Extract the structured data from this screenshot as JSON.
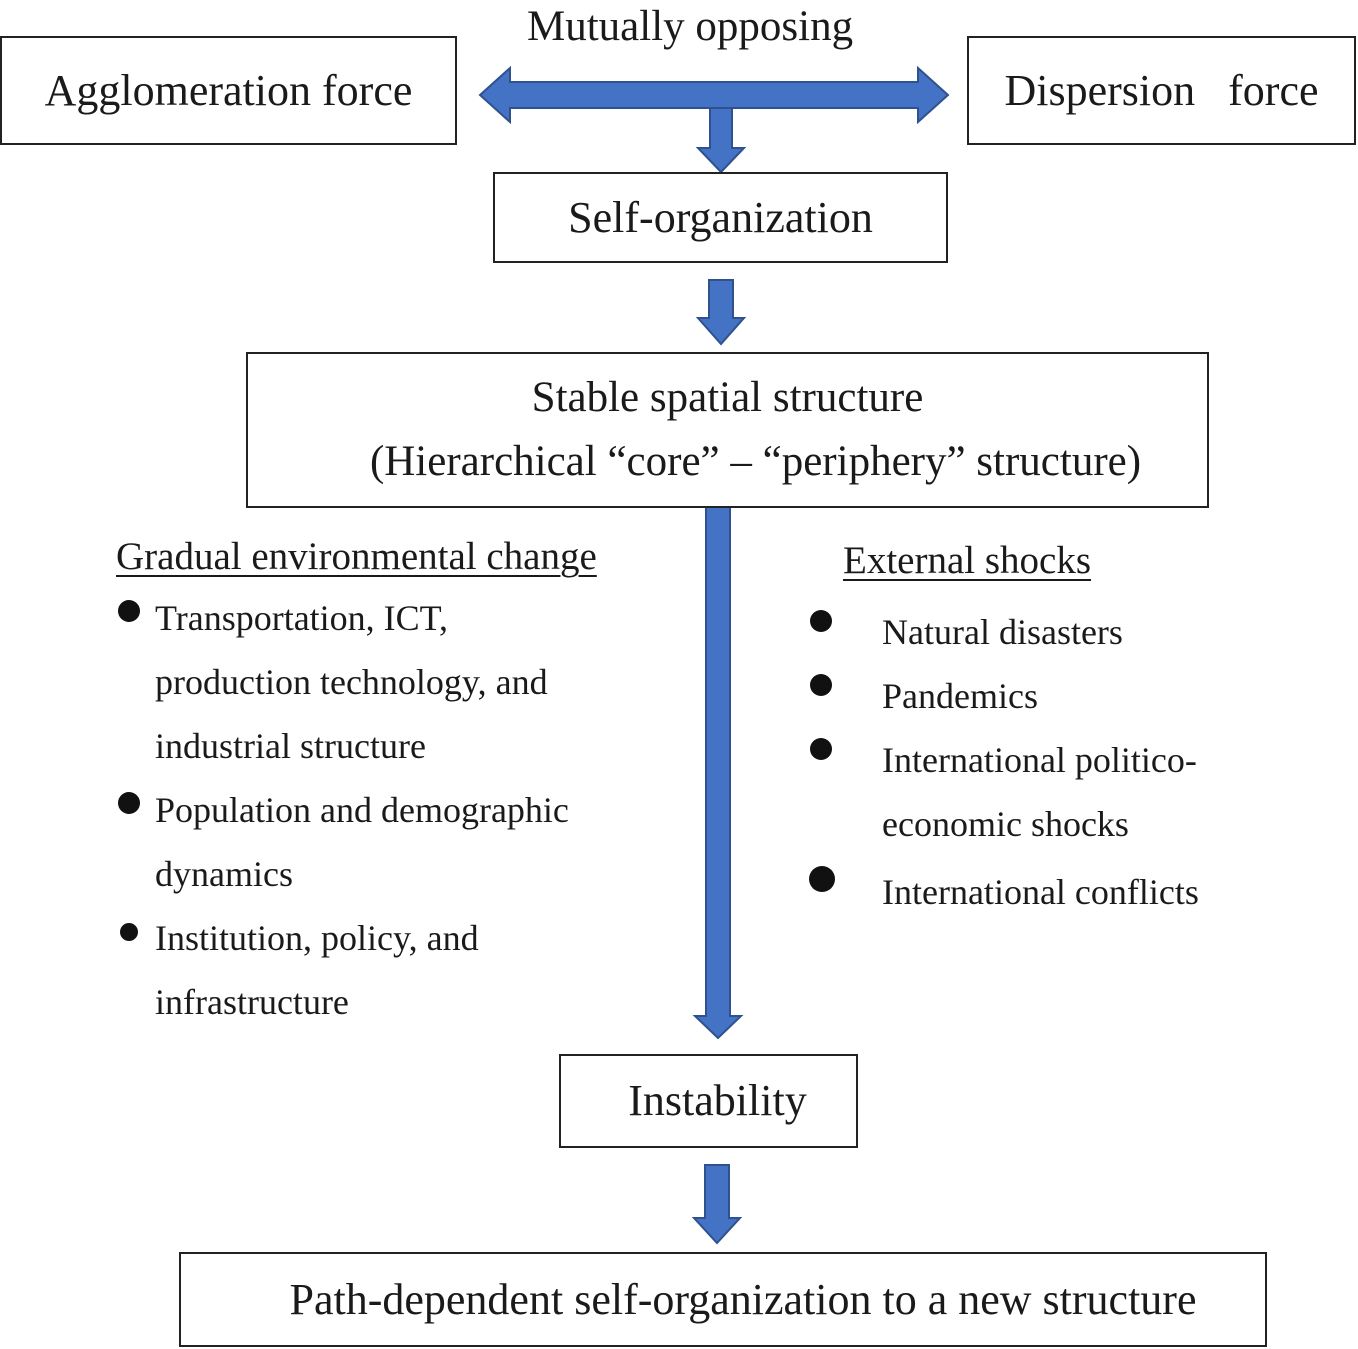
{
  "top_label": "Mutually opposing",
  "boxes": {
    "agglomeration": "Agglomeration force",
    "dispersion": "Dispersion   force",
    "self_organization": "Self-organization",
    "stable_line1": "Stable spatial structure",
    "stable_line2": "(Hierarchical “core” – “periphery” structure)",
    "instability": "Instability",
    "path_dependent": "Path-dependent self-organization to a new structure"
  },
  "gradual": {
    "heading": "Gradual environmental change",
    "items": [
      [
        "Transportation, ICT,",
        "production technology, and",
        "industrial structure"
      ],
      [
        "Population and demographic",
        "dynamics"
      ],
      [
        "Institution, policy, and",
        "infrastructure"
      ]
    ]
  },
  "shocks": {
    "heading": "External shocks",
    "items": [
      [
        "Natural disasters"
      ],
      [
        "Pandemics"
      ],
      [
        "International politico-",
        "economic shocks"
      ],
      [
        "International conflicts"
      ]
    ]
  },
  "colors": {
    "arrow_fill": "#4472c4",
    "arrow_stroke": "#2f528f",
    "box_border": "#222222"
  }
}
